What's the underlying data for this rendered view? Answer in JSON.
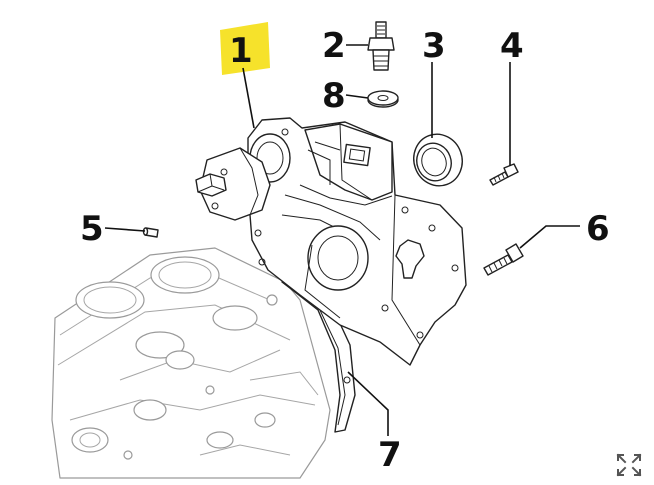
{
  "diagram": {
    "callouts": [
      {
        "id": "1",
        "label": "1",
        "highlight_color": "#f6e22b"
      },
      {
        "id": "2",
        "label": "2"
      },
      {
        "id": "3",
        "label": "3"
      },
      {
        "id": "4",
        "label": "4"
      },
      {
        "id": "5",
        "label": "5"
      },
      {
        "id": "6",
        "label": "6"
      },
      {
        "id": "7",
        "label": "7"
      },
      {
        "id": "8",
        "label": "8"
      }
    ]
  },
  "controls": {
    "expand_icon": "expand-arrows-icon"
  }
}
